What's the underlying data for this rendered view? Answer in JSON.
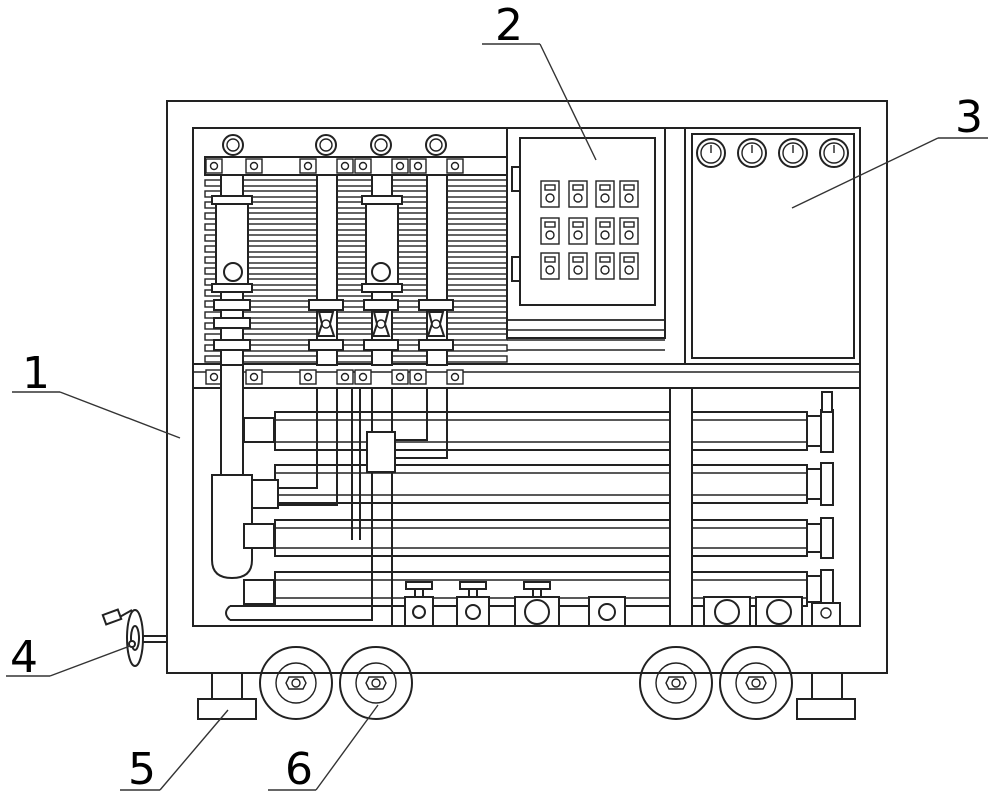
{
  "callouts": [
    {
      "id": "1",
      "label": "1"
    },
    {
      "id": "2",
      "label": "2"
    },
    {
      "id": "3",
      "label": "3"
    },
    {
      "id": "4",
      "label": "4"
    },
    {
      "id": "5",
      "label": "5"
    },
    {
      "id": "6",
      "label": "6"
    }
  ],
  "colors": {
    "line": "#222222",
    "background": "#ffffff"
  }
}
